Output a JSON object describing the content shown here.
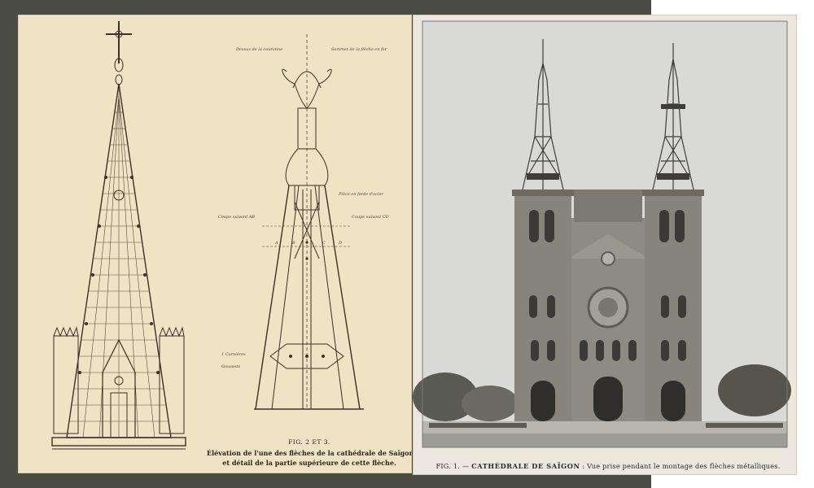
{
  "palette": {
    "backdrop": "#4c4d42",
    "paper": "#efe3c6",
    "ink": "#2a2518",
    "photo_sky": "#d9d9d5",
    "photo_brick": "#8e8b84"
  },
  "left_plate": {
    "figure_number": "FIG. 2 ET 3.",
    "caption_line1": "Élévation de l'une des flèches de la cathédrale de Saïgon,",
    "caption_line2": "et détail de la partie supérieure de cette flèche.",
    "drawing_notes": {
      "top_left": "Dessus de la couronne",
      "top_right": "Sommet de la flèche en fer",
      "piece_acier": "Pièce en fonte d'acier",
      "coupe_ab": "Coupe suivant AB",
      "coupe_cd": "Coupe suivant CD",
      "l_cornieres": "1 Cornières",
      "goussets": "Goussets",
      "ab_label": "A",
      "b_label": "B",
      "c_label": "C",
      "d_label": "D"
    }
  },
  "right_plate": {
    "caption_fig": "FIG. 1.",
    "caption_dash": " — ",
    "caption_title": "CATHÉDRALE DE SAÏGON",
    "caption_rest": " : Vue prise pendant le montage des flèches métalliques."
  }
}
